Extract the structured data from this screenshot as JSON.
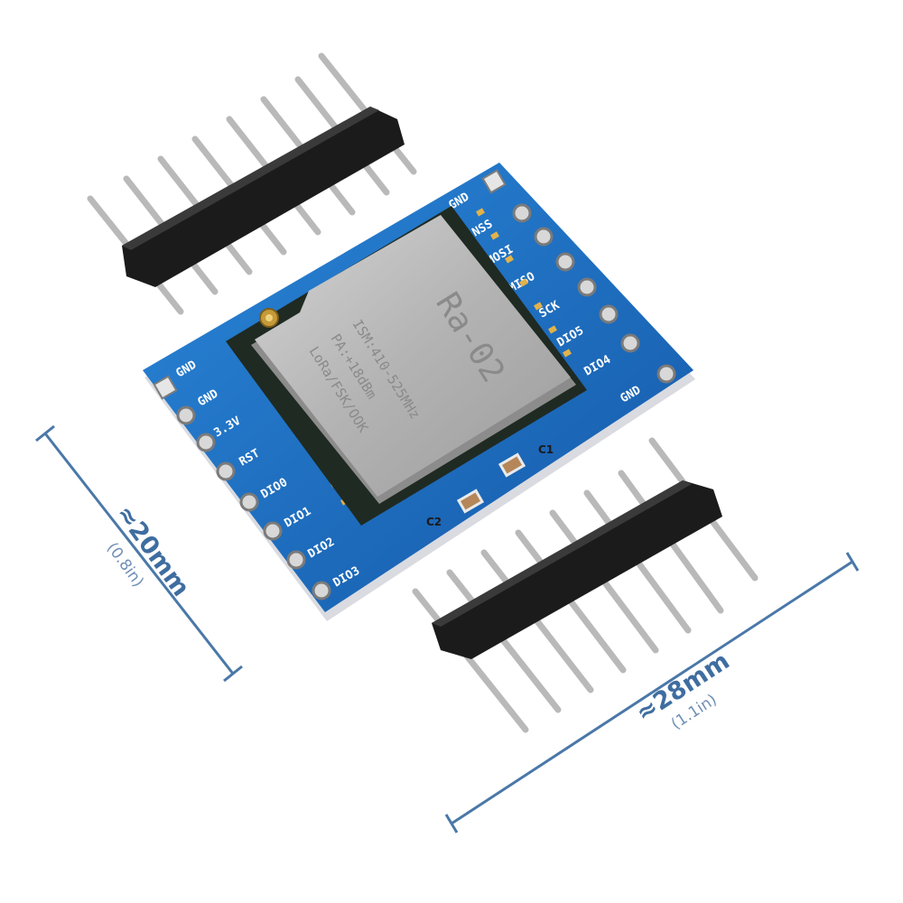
{
  "module": {
    "shield": {
      "model": "Ra-02",
      "line1": "ISM:410-525MHz",
      "line2": "PA:+18dBm",
      "line3": "LoRa/FSK/OOK"
    },
    "right_pins": [
      "GND",
      "NSS",
      "MOSI",
      "MISO",
      "SCK",
      "DIO5",
      "DIO4",
      "GND"
    ],
    "left_pins": [
      "GND",
      "GND",
      "3.3V",
      "RST",
      "DIO0",
      "DIO1",
      "DIO2",
      "DIO3"
    ],
    "components": {
      "c1": "C1",
      "c2": "C2"
    }
  },
  "dimensions": {
    "height_mm": "≈20mm",
    "height_in": "(0.8in)",
    "width_mm": "≈28mm",
    "width_in": "(1.1in)"
  },
  "colors": {
    "pcb": "#1f6fc0",
    "dimension_line": "#4a78a8"
  }
}
